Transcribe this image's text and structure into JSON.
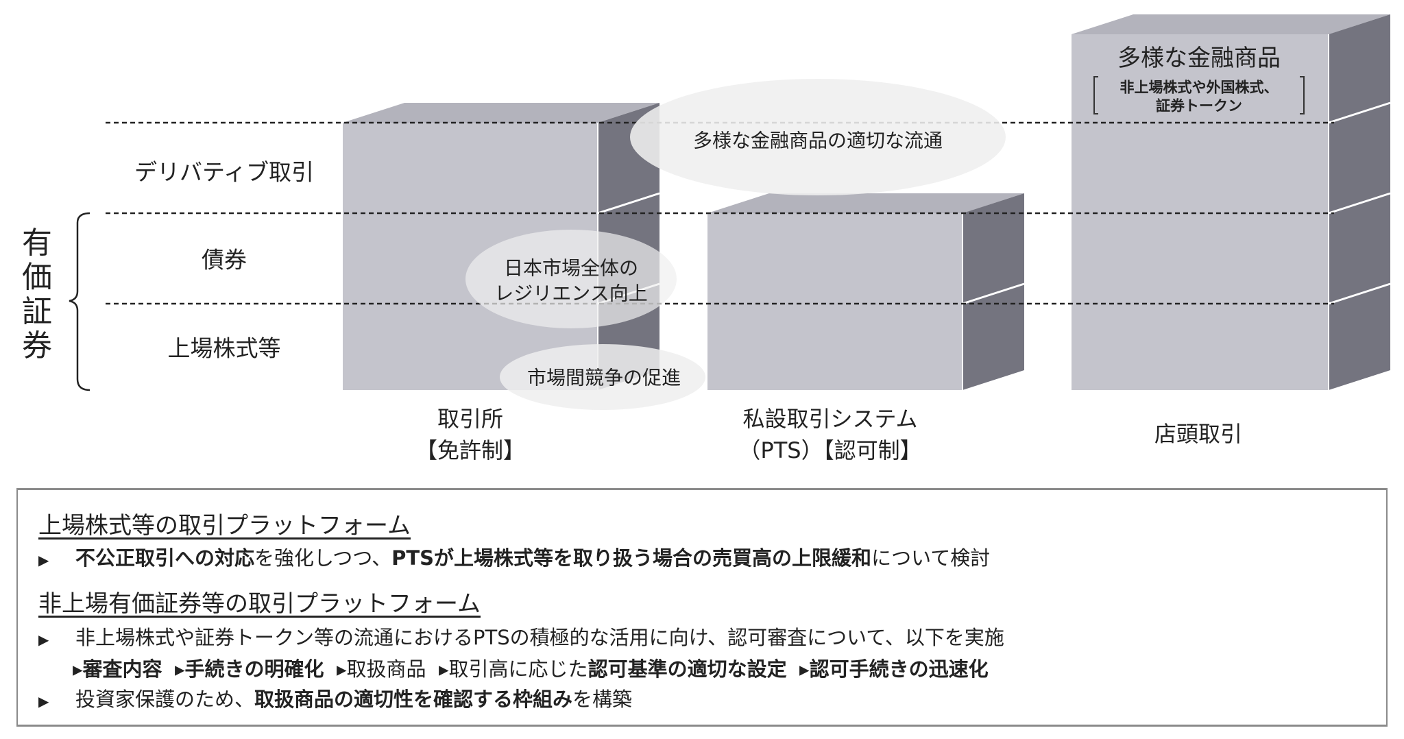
{
  "rows": {
    "derivatives": "デリバティブ取引",
    "bonds": "債券",
    "listed_stocks": "上場株式等",
    "group_label": "有価証券"
  },
  "columns": {
    "exchange": {
      "line1": "取引所",
      "line2": "【免許制】"
    },
    "pts": {
      "line1": "私設取引システム",
      "line2": "（PTS）【認可制】"
    },
    "otc": {
      "line1": "店頭取引"
    }
  },
  "otc_box": {
    "title": "多様な金融商品",
    "sub1": "非上場株式や外国株式、",
    "sub2": "証券トークン"
  },
  "bubbles": {
    "distribution": "多様な金融商品の適切な流通",
    "resilience1": "日本市場全体の",
    "resilience2": "レジリエンス向上",
    "competition": "市場間競争の促進"
  },
  "panel": {
    "heading1": "上場株式等の取引プラットフォーム",
    "item1": {
      "b1": "不公正取引への対応",
      "n1": "を強化しつつ、",
      "b2": "PTSが上場株式等を取り扱う場合の売買高の上限緩和",
      "n2": "について検討"
    },
    "heading2": "非上場有価証券等の取引プラットフォーム",
    "item2": "非上場株式や証券トークン等の流通におけるPTSの積極的な活用に向け、認可審査について、以下を実施",
    "sub": {
      "s1": "▸審査内容",
      "s2": "▸手続きの明確化",
      "s3": "▸取扱商品",
      "s4": "▸取引高に応じた",
      "s4b": "認可基準の適切な設定",
      "s5": "▸認可手続きの迅速化"
    },
    "item3": {
      "n1": "投資家保護のため、",
      "b1": "取扱商品の適切性を確認する枠組み",
      "n2": "を構築"
    },
    "bullet": "▶"
  },
  "colors": {
    "front": "#c4c4cc",
    "side": "#74747f",
    "top": "#b3b3bc",
    "bubble": "#efefef"
  }
}
